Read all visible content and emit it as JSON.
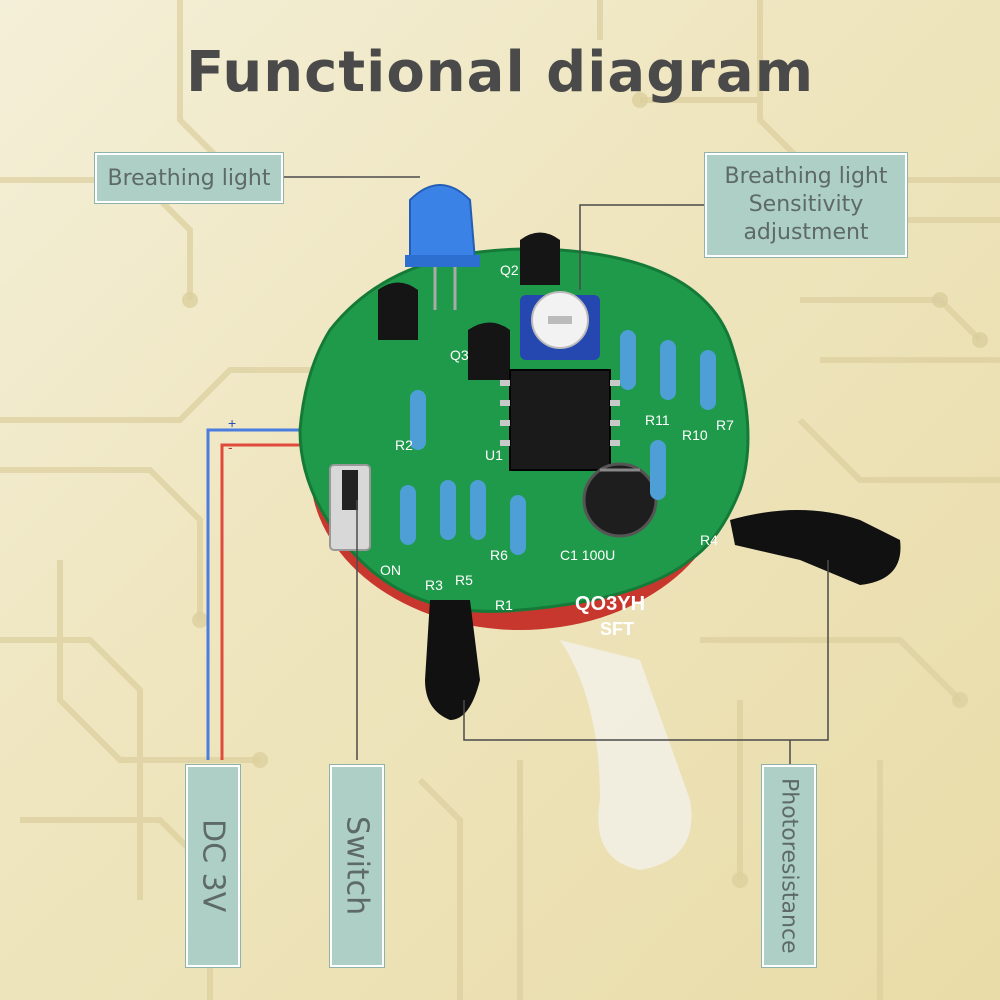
{
  "title": "Functional diagram",
  "callouts": {
    "breathing_light": "Breathing light",
    "sensitivity": [
      "Breathing light",
      "Sensitivity",
      "adjustment"
    ],
    "dc": "DC 3V",
    "switch": "Switch",
    "photoresistance": "Photoresistance"
  },
  "board_labels": {
    "c": "C1 100U",
    "u1": "U1",
    "sft": "SFT",
    "model": "QO3YH",
    "r1": "R1",
    "r2": "R2",
    "r3": "R3",
    "r4": "R4",
    "r5": "R5",
    "r6": "R6",
    "r7": "R7",
    "r10": "R10",
    "r11": "R11",
    "q3": "Q3",
    "q2": "Q2",
    "on": "ON",
    "plus": "+",
    "minus": "-"
  },
  "colors": {
    "pcb": "#1f9a4a",
    "callout_bg": "#aecfc5",
    "trace": "#d9ccA0"
  }
}
